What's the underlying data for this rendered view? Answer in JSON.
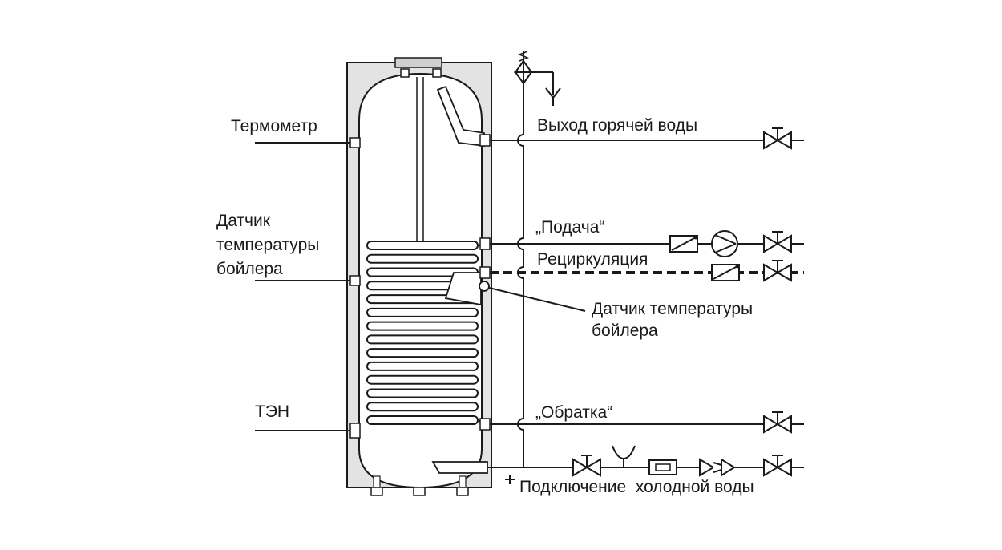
{
  "labels": {
    "thermometer": "Термометр",
    "boiler_sensor_left": [
      "Датчик",
      "температуры",
      "бойлера"
    ],
    "heating_element": "ТЭН",
    "hot_water_out": "Выход горячей воды",
    "supply": "„Подача“",
    "recirculation": "Рециркуляция",
    "boiler_sensor_right": [
      "Датчик температуры",
      "бойлера"
    ],
    "return": "„Обратка“",
    "cold_water_in": "Подключение  холодной воды"
  },
  "colors": {
    "casing": "#e3e3e3",
    "line": "#1a1a1a",
    "background": "#ffffff"
  }
}
